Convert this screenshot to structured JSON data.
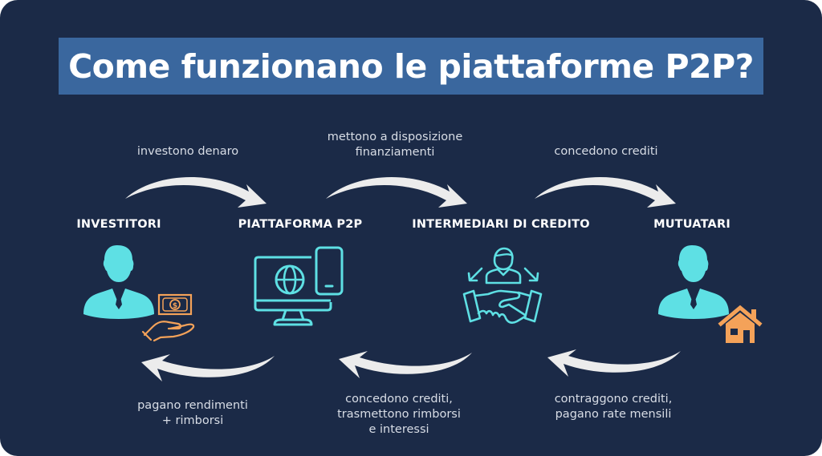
{
  "title": "Come funzionano le piattaforme P2P?",
  "colors": {
    "background": "#1b2a47",
    "banner": "#3a679e",
    "icon_primary": "#5ee0e4",
    "icon_accent": "#f4a259",
    "arrow": "#ececec",
    "label_text": "#d8dde6"
  },
  "actors": [
    {
      "id": "investitori",
      "label": "INVESTITORI",
      "icon": "investor-with-money-icon"
    },
    {
      "id": "piattaforma",
      "label": "PIATTAFORMA P2P",
      "icon": "computer-globe-phone-icon"
    },
    {
      "id": "intermediari",
      "label": "INTERMEDIARI DI CREDITO",
      "icon": "handshake-person-icon"
    },
    {
      "id": "mutuatari",
      "label": "MUTUATARI",
      "icon": "borrower-with-house-icon"
    }
  ],
  "top_flows": [
    {
      "from": "INVESTITORI",
      "to": "PIATTAFORMA P2P",
      "label": "investono denaro"
    },
    {
      "from": "PIATTAFORMA P2P",
      "to": "INTERMEDIARI DI CREDITO",
      "label": "mettono a disposizione\nfinanziamenti"
    },
    {
      "from": "INTERMEDIARI DI CREDITO",
      "to": "MUTUATARI",
      "label": "concedono crediti"
    }
  ],
  "bottom_flows": [
    {
      "from": "PIATTAFORMA P2P",
      "to": "INVESTITORI",
      "label": "pagano rendimenti\n+ rimborsi"
    },
    {
      "from": "INTERMEDIARI DI CREDITO",
      "to": "PIATTAFORMA P2P",
      "label": "concedono crediti,\ntrasmettono rimborsi\ne interessi"
    },
    {
      "from": "MUTUATARI",
      "to": "INTERMEDIARI DI CREDITO",
      "label": "contraggono crediti,\npagano rate mensili"
    }
  ]
}
